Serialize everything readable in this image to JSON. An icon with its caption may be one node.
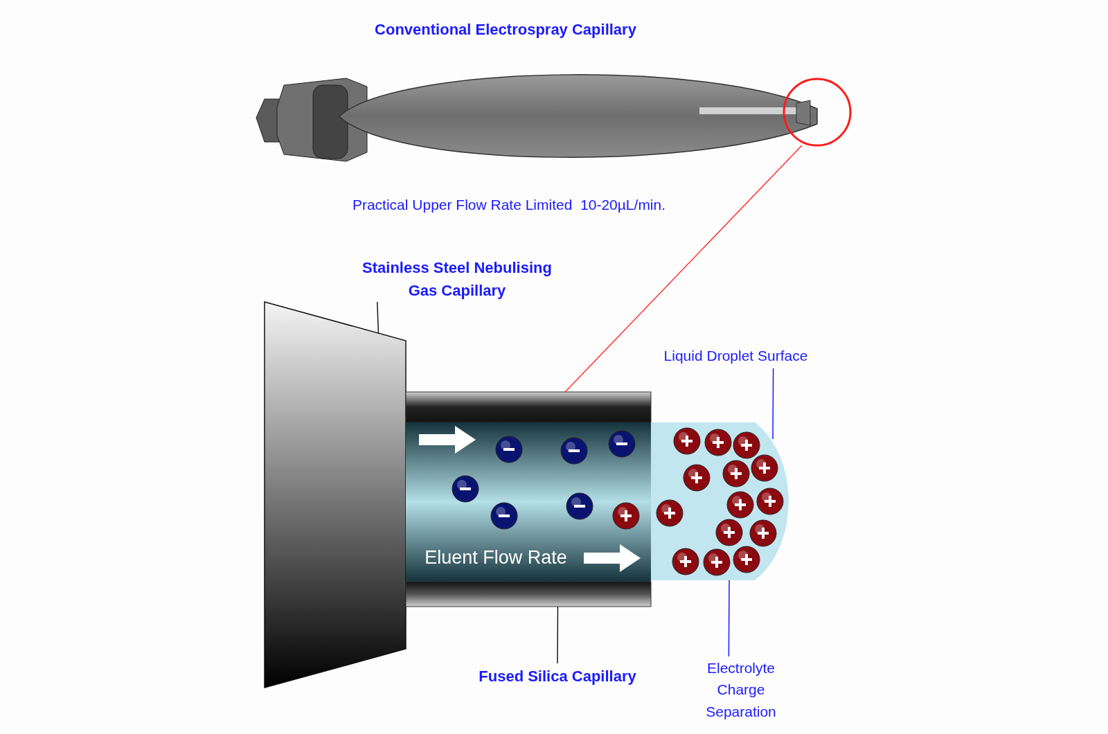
{
  "diagram": {
    "title": "Conventional Electrospray Capillary",
    "nodes": [
      {
        "text": [],
        "shape": "picture"
      },
      {
        "text": [],
        "shape": "circle"
      },
      {
        "text": [
          "Stainless Steel Nebulising Gas Capillary"
        ]
      },
      {
        "text": [],
        "shape": "box"
      },
      {
        "text": [],
        "shape": "box"
      },
      {
        "text": [
          "Fused Silica Capillary"
        ]
      },
      {
        "text": [
          "Liquid Droplet Surface"
        ]
      },
      {
        "text": [],
        "shape": "box"
      },
      {
        "text": [
          "Electrolyte Charge Separation"
        ]
      }
    ],
    "edges": [
      {
        "from": 1,
        "to": 4,
        "arrow": "none",
        "color": "#ff3030"
      },
      {
        "from": 2,
        "to": 3,
        "arrow": "none"
      },
      {
        "from": 5,
        "to": 4,
        "arrow": "none"
      },
      {
        "from": 6,
        "to": 7,
        "arrow": "none",
        "color": "#1a1aff"
      },
      {
        "from": 8,
        "to": 7,
        "arrow": "none",
        "color": "#1a1aff"
      }
    ],
    "labels": [
      "Practical Upper Flow Rate Limited  10-20µL/min.",
      "Eluent Flow Rate"
    ]
  }
}
